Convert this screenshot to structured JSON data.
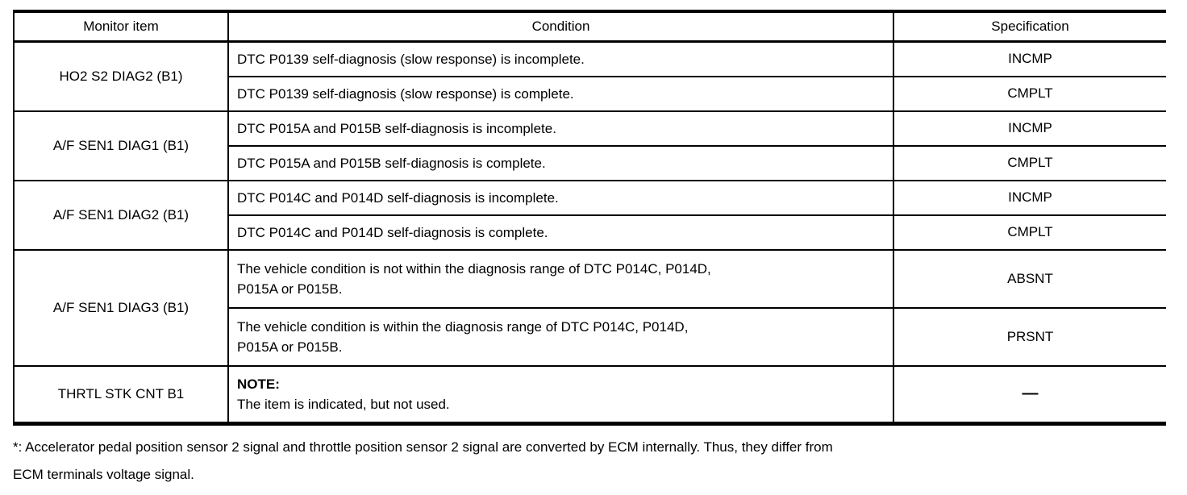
{
  "table": {
    "headers": [
      "Monitor item",
      "Condition",
      "Specification"
    ],
    "groups": [
      {
        "item": "HO2 S2 DIAG2 (B1)",
        "rows": [
          {
            "condition_lines": [
              "DTC P0139 self-diagnosis (slow response) is incomplete."
            ],
            "spec": "INCMP"
          },
          {
            "condition_lines": [
              "DTC P0139 self-diagnosis (slow response) is complete."
            ],
            "spec": "CMPLT"
          }
        ]
      },
      {
        "item": "A/F SEN1 DIAG1 (B1)",
        "rows": [
          {
            "condition_lines": [
              "DTC P015A and P015B self-diagnosis is incomplete."
            ],
            "spec": "INCMP"
          },
          {
            "condition_lines": [
              "DTC P015A and P015B self-diagnosis is complete."
            ],
            "spec": "CMPLT"
          }
        ]
      },
      {
        "item": "A/F SEN1 DIAG2 (B1)",
        "rows": [
          {
            "condition_lines": [
              "DTC P014C and P014D self-diagnosis is incomplete."
            ],
            "spec": "INCMP"
          },
          {
            "condition_lines": [
              "DTC P014C and P014D self-diagnosis is complete."
            ],
            "spec": "CMPLT"
          }
        ]
      },
      {
        "item": "A/F SEN1 DIAG3 (B1)",
        "rows": [
          {
            "condition_lines": [
              "The vehicle condition is not within the diagnosis range of DTC P014C, P014D,",
              "P015A or P015B."
            ],
            "spec": "ABSNT"
          },
          {
            "condition_lines": [
              "The vehicle condition is within the diagnosis range of DTC P014C, P014D,",
              "P015A or P015B."
            ],
            "spec": "PRSNT"
          }
        ]
      },
      {
        "item": "THRTL STK CNT B1",
        "rows": [
          {
            "note_label": "NOTE:",
            "condition_lines": [
              "The item is indicated, but not used."
            ],
            "spec": "—"
          }
        ]
      }
    ]
  },
  "footnote": {
    "lines": [
      "*: Accelerator pedal position sensor 2 signal and throttle position sensor 2 signal are converted by ECM internally. Thus, they differ from",
      "ECM terminals voltage signal."
    ]
  }
}
